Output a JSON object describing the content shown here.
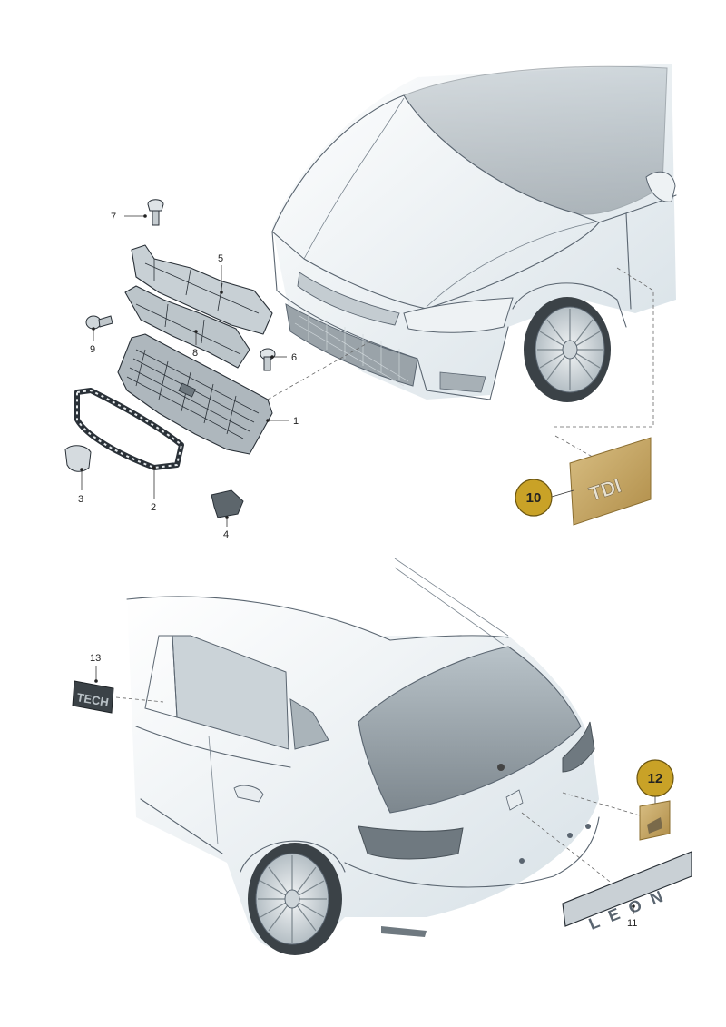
{
  "diagram": {
    "callouts": [
      {
        "id": "c1",
        "label": "1"
      },
      {
        "id": "c2",
        "label": "2"
      },
      {
        "id": "c3",
        "label": "3"
      },
      {
        "id": "c4",
        "label": "4"
      },
      {
        "id": "c5",
        "label": "5"
      },
      {
        "id": "c6",
        "label": "6"
      },
      {
        "id": "c7",
        "label": "7"
      },
      {
        "id": "c8",
        "label": "8"
      },
      {
        "id": "c9",
        "label": "9"
      },
      {
        "id": "c11",
        "label": "11"
      },
      {
        "id": "c13",
        "label": "13"
      }
    ],
    "badges": [
      {
        "id": "b10",
        "label": "10"
      },
      {
        "id": "b12",
        "label": "12"
      }
    ],
    "emblems": {
      "tdi": "TDI",
      "leon": "LEON",
      "tech": "TECH"
    },
    "colors": {
      "badge_fill": "#c9a227",
      "badge_stroke": "#6b5510",
      "emblem_plate": "#c7a86a",
      "car_shade": "#dfe7ec",
      "glass": "#8c959b"
    }
  }
}
